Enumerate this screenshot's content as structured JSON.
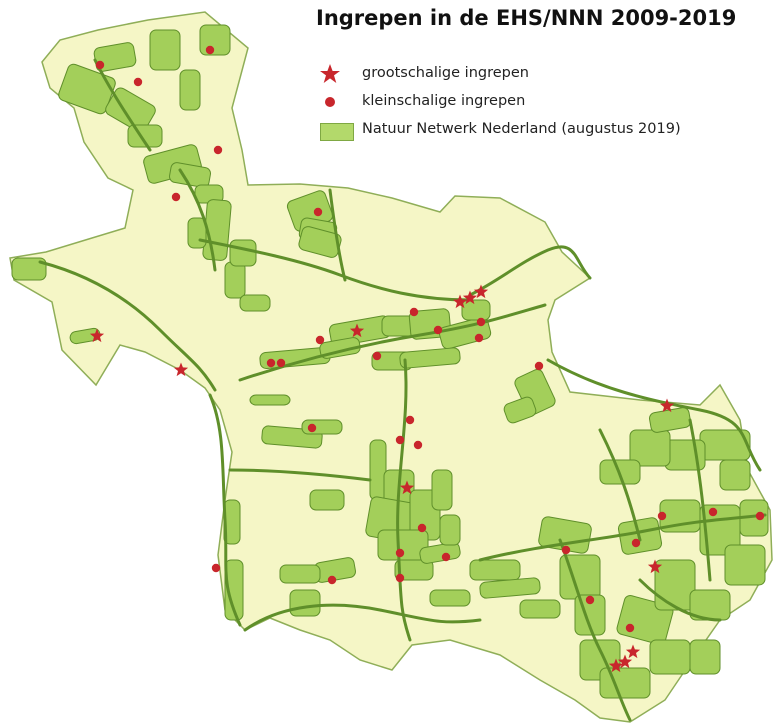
{
  "title": "Ingrepen in de EHS/NNN 2009-2019",
  "legend": {
    "large": "grootschalige ingrepen",
    "small": "kleinschalige ingrepen",
    "nnn": "Natuur Netwerk Nederland (augustus 2019)"
  },
  "colors": {
    "province_fill": "#f5f6c6",
    "province_stroke": "#8fae58",
    "nature_fill": "#a3cf5a",
    "nature_stroke": "#5f8f2a",
    "marker": "#c8262c"
  },
  "icons": {
    "large_marker": "star-icon",
    "small_marker": "dot-icon"
  }
}
